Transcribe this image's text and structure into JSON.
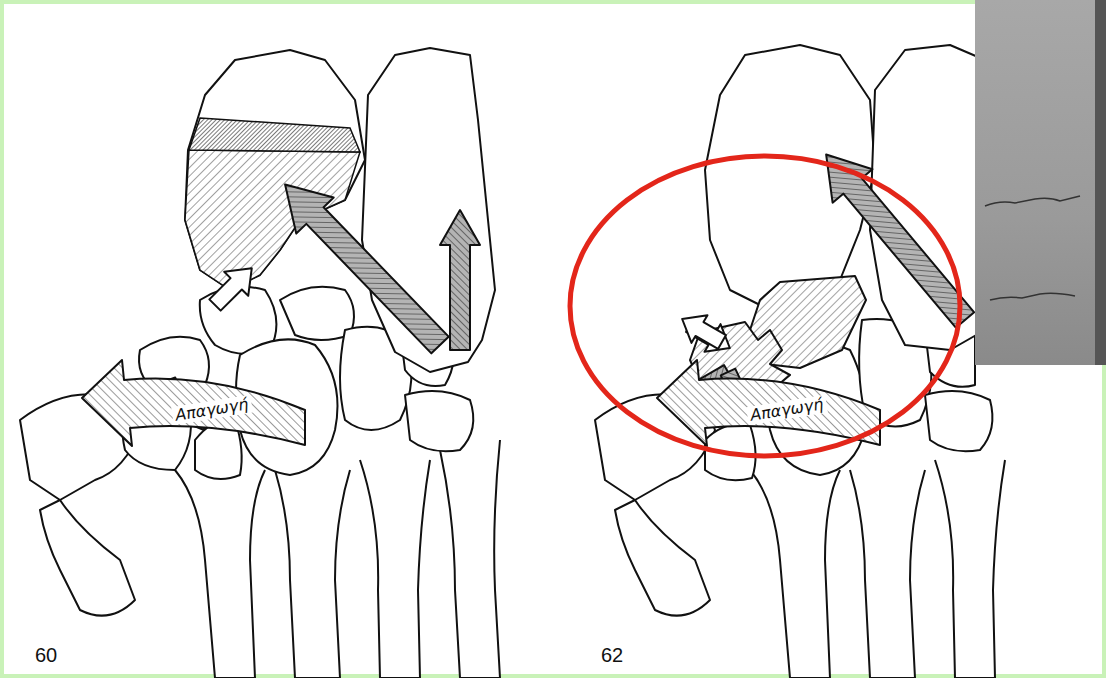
{
  "diagram": {
    "labels": [
      "Απαγωγή",
      "Απαγωγή",
      "60",
      "62"
    ]
  }
}
